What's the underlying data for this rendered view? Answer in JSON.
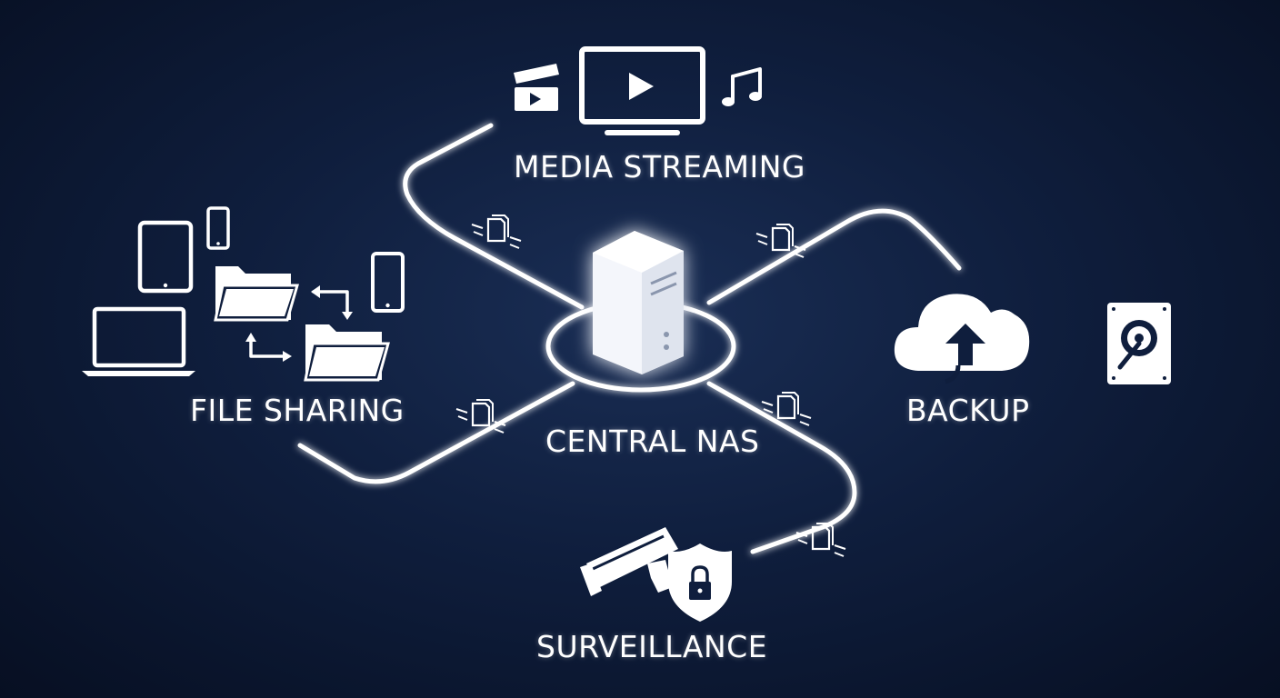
{
  "nodes": {
    "media": {
      "label": "MEDIA STREAMING"
    },
    "file": {
      "label": "FILE SHARING"
    },
    "central": {
      "label": "CENTRAL NAS"
    },
    "backup": {
      "label": "BACKUP"
    },
    "surveillance": {
      "label": "SURVEILLANCE"
    }
  },
  "colors": {
    "background": "#0f1e3d",
    "foreground": "#ffffff"
  },
  "icons": [
    "clapperboard-icon",
    "monitor-play-icon",
    "music-note-icon",
    "tablet-icon",
    "phone-icon",
    "laptop-icon",
    "folder-icon",
    "sync-arrows-icon",
    "server-icon",
    "cloud-upload-icon",
    "hard-drive-icon",
    "security-camera-icon",
    "shield-lock-icon",
    "data-packet-icon"
  ]
}
